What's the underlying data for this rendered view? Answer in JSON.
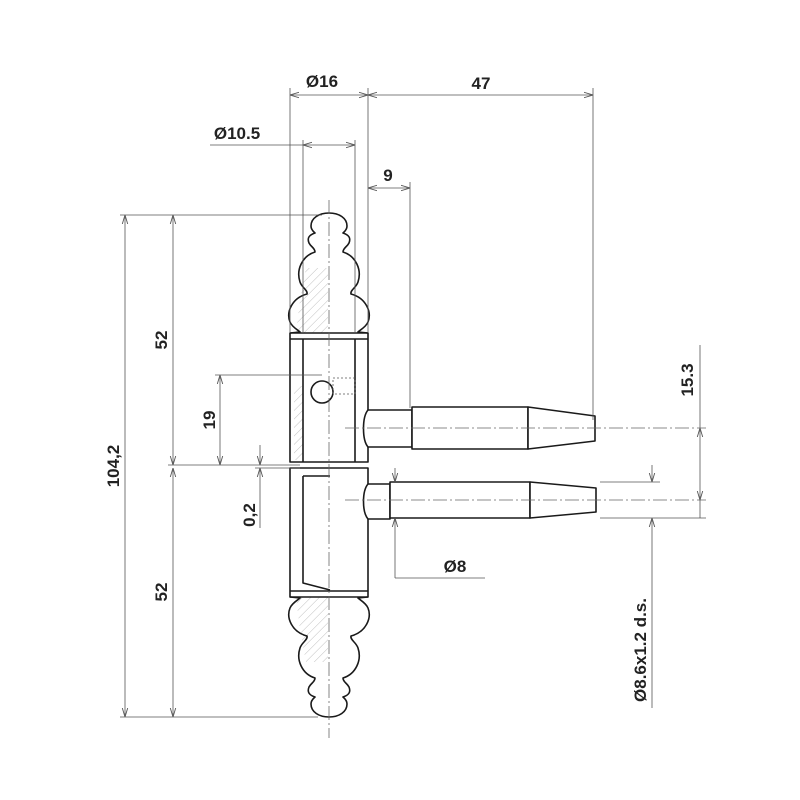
{
  "dimensions": {
    "dia16": "Ø16",
    "len47": "47",
    "dia10_5": "Ø10.5",
    "off9": "9",
    "top52": "52",
    "h19": "19",
    "total": "104,2",
    "gap": "0,2",
    "bottom52": "52",
    "pitch": "15.3",
    "dia8": "Ø8",
    "dia8_6": "Ø8.6x1.2 d.s."
  }
}
